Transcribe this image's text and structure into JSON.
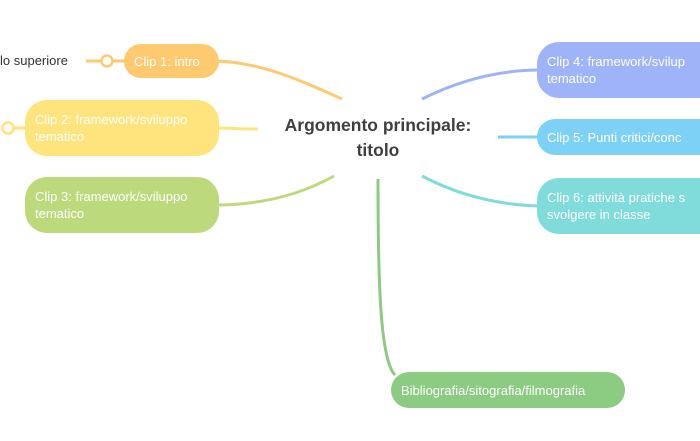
{
  "center": {
    "line1": "Argomento principale:",
    "line2": "titolo"
  },
  "external_label": "lo superiore",
  "nodes": {
    "clip1": {
      "label": "Clip 1: intro",
      "color": "#ffc970"
    },
    "clip2": {
      "line1": "Clip 2: framework/sviluppo",
      "line2": "tematico",
      "color": "#ffe37c"
    },
    "clip3": {
      "line1": "Clip 3: framework/sviluppo",
      "line2": "tematico",
      "color": "#bcd97c"
    },
    "clip4": {
      "line1": "Clip 4: framework/svilup",
      "line2": "tematico",
      "color": "#9fb3f9"
    },
    "clip5": {
      "label": "Clip 5: Punti critici/conc",
      "color": "#7dd1f7"
    },
    "clip6": {
      "line1": "Clip 6: attività pratiche s",
      "line2": "svolgere in classe",
      "color": "#80dcdb"
    },
    "biblio": {
      "label": "Bibliografia/sitografia/filmografia",
      "color": "#8bcb82"
    }
  }
}
